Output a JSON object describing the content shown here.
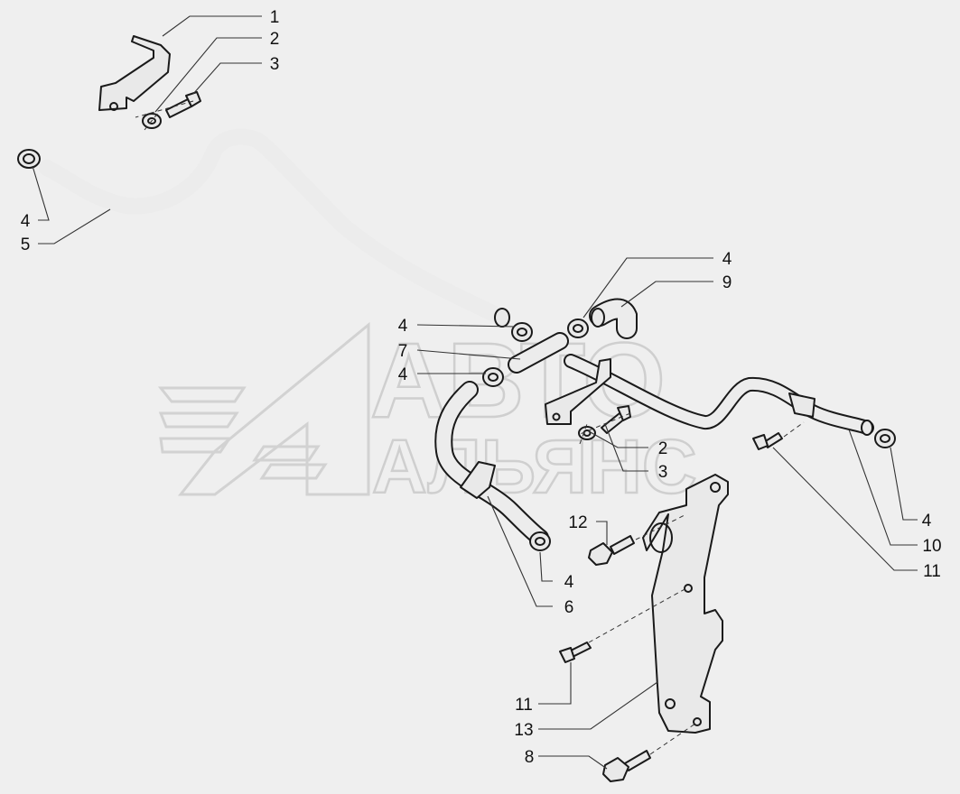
{
  "watermark": {
    "line1": "АВТО",
    "line2": "АЛЬЯНС"
  },
  "callouts": [
    {
      "id": "c1",
      "label": "1"
    },
    {
      "id": "c2a",
      "label": "2"
    },
    {
      "id": "c3a",
      "label": "3"
    },
    {
      "id": "c4a",
      "label": "4"
    },
    {
      "id": "c5",
      "label": "5"
    },
    {
      "id": "c4b",
      "label": "4"
    },
    {
      "id": "c9",
      "label": "9"
    },
    {
      "id": "c4c",
      "label": "4"
    },
    {
      "id": "c7",
      "label": "7"
    },
    {
      "id": "c4d",
      "label": "4"
    },
    {
      "id": "c2b",
      "label": "2"
    },
    {
      "id": "c3b",
      "label": "3"
    },
    {
      "id": "c12",
      "label": "12"
    },
    {
      "id": "c4e",
      "label": "4"
    },
    {
      "id": "c10",
      "label": "10"
    },
    {
      "id": "c11a",
      "label": "11"
    },
    {
      "id": "c4f",
      "label": "4"
    },
    {
      "id": "c6",
      "label": "6"
    },
    {
      "id": "c11b",
      "label": "11"
    },
    {
      "id": "c13",
      "label": "13"
    },
    {
      "id": "c8",
      "label": "8"
    }
  ]
}
